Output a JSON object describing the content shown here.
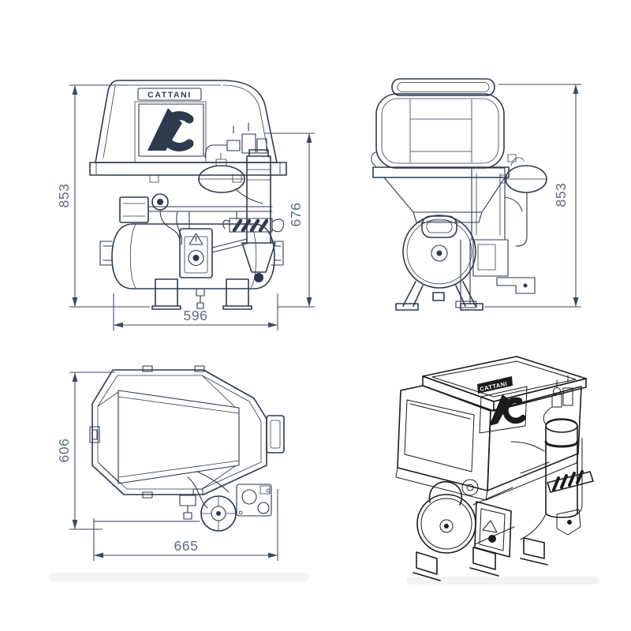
{
  "brand": "CATTANI",
  "logo_letter": "C",
  "dimensions": {
    "front_height": "853",
    "front_assembly_height": "676",
    "front_width": "596",
    "side_height": "853",
    "top_depth": "606",
    "top_length": "665"
  },
  "colors": {
    "background": "#ffffff",
    "drawing_line": "#2e3a4e",
    "isometric_line": "#1c1c1e",
    "dimension_line": "#3c485c",
    "dimension_text": "#5d6b80"
  }
}
